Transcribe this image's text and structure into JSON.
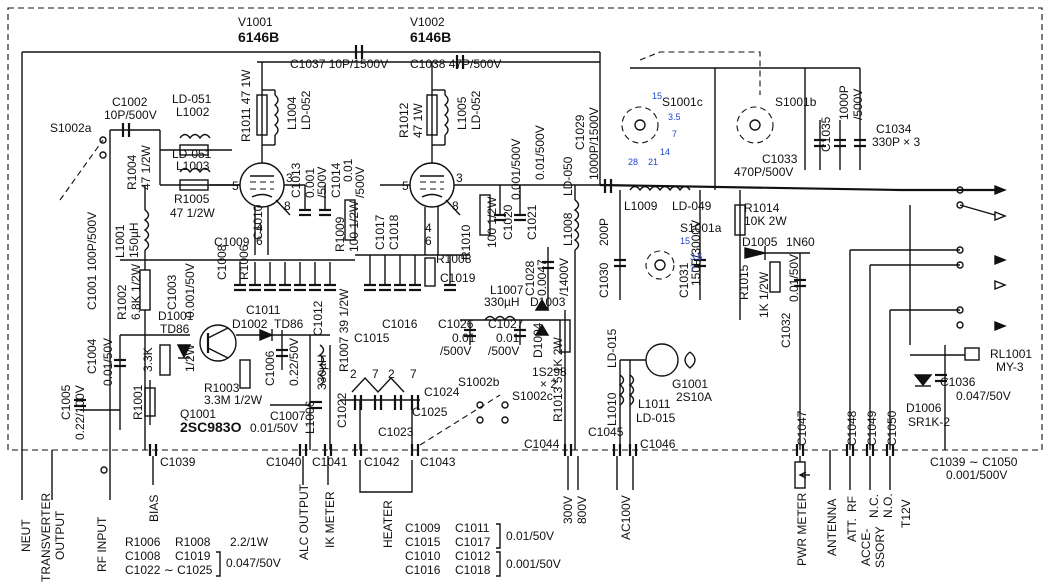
{
  "tubes": {
    "v1_ref": "V1001",
    "v1_type": "6146B",
    "v2_ref": "V1002",
    "v2_type": "6146B",
    "pin5": "5",
    "pin3": "3",
    "pin8": "8",
    "pin4": "4",
    "pin6": "6"
  },
  "labels": {
    "c1037": "C1037  10P/1500V",
    "c1038": "C1038  47P/500V",
    "c1002": "C1002",
    "c1002v": "10P/500V",
    "s1002a": "S1002a",
    "ld051a": "LD-051",
    "l1002": "L1002",
    "ld051b": "LD-051",
    "l1003": "L1003",
    "r1004": "R1004",
    "r1004v": "47 1/2W",
    "r1005": "R1005",
    "r1005v": "47 1/2W",
    "c1001": "C1001  100P/500V",
    "l1001": "L1001",
    "l1001v": "150µH",
    "r1011": "R1011  47 1W",
    "l1004": "L1004",
    "ld052a": "LD-052",
    "r1012": "R1012",
    "r1012v": "47 1W",
    "l1005": "L1005",
    "ld052b": "LD-052",
    "c1013": "C1013",
    "c1013v": "0.001",
    "c1013w": "/500V",
    "c1014": "C1014",
    "c1014v": "0.01",
    "c1014w": "/500V",
    "r1009": "R1009",
    "r1009v": "100 1/2W",
    "c1017": "C1017",
    "c1018": "C1018",
    "r1010": "R1010",
    "r1010v": "100 1/2W",
    "c1020": "C1020",
    "c1021": "C1021",
    "c1020v": "0.001/500V",
    "c1021v": "0.01/500V",
    "ld050": "LD-050",
    "l1008": "L1008",
    "c1029": "C1029",
    "c1029v": "1000P/1500V",
    "c1009": "C1009",
    "c1010": "C1010",
    "c1008": "C1008",
    "r1006": "R1006",
    "c1011": "C1011",
    "c1003": "C1003",
    "c1003v": "0.001/50V",
    "r1002": "R1002",
    "r1002v": "6.8K 1/2W",
    "r1008": "R1008",
    "c1019": "C1019",
    "c1016": "C1016",
    "c1015": "C1015",
    "c1012": "C1012",
    "r1007": "R1007  39 1/2W",
    "c1028": "C1028",
    "c1028v": "0.0047",
    "c1028w": "/1400V",
    "c1030": "C1030",
    "c1030v": "200P",
    "c1031": "C1031",
    "c1031v": "150P/3000V",
    "l1007": "L1007",
    "l1007v": "330µH",
    "d1003": "D1003",
    "c1026": "C1026",
    "c1026v": "0.01",
    "c1026w": "/500V",
    "c1027": "C1027",
    "c1027v": "0.01",
    "c1027w": "/500V",
    "d1004": "D1004",
    "is298": "1S298",
    "is298x": "× 2",
    "r1013": "R1013  5.1K 2W",
    "d1001": "D1001",
    "td86a": "TD86",
    "d1002": "D1002",
    "td86b": "TD86",
    "c1004": "C1004",
    "c1004v": "0.01/50V",
    "r3k3": "3.3K",
    "r3k3w": "1/2W",
    "c1006": "C1006",
    "c1006v": "0.22/50V",
    "l1006": "L1006",
    "l1006v": "330µH",
    "r1003": "R1003",
    "r1003v": "3.3M 1/2W",
    "q1001": "Q1001",
    "q1001t": "2SC983O",
    "c1005": "C1005",
    "c1005v": "0.22/100V",
    "r1001": "R1001",
    "c1007": "C1007",
    "c1007v": "0.01/50V",
    "c1022": "C1022",
    "c1023": "C1023",
    "c1024": "C1024",
    "c1025": "C1025",
    "h2a": "2",
    "h7a": "7",
    "h2b": "2",
    "h7b": "7",
    "s1002b": "S1002b",
    "s1002c": "S1002c",
    "l1010": "L1010",
    "ld015a": "LD-015",
    "l1011": "L1011",
    "ld015b": "LD-015",
    "g1001": "G1001",
    "g1001t": "2S10A",
    "s1001c": "S1001c",
    "s1001b": "S1001b",
    "s1001a": "S1001a",
    "c1035": "C1035",
    "c1035v": "1000P",
    "c1035w": "/500V",
    "c1034": "C1034",
    "c1034v": "330P × 3",
    "c1033": "C1033",
    "c1033v": "470P/500V",
    "l1009": "L1009",
    "ld049": "LD-049",
    "r1014": "R1014",
    "r1014v": "10K 2W",
    "d1005": "D1005",
    "in60": "1N60",
    "r1015": "R1015",
    "r1015v": "1K 1/2W",
    "c1032": "C1032",
    "c1032v": "0.01/50V",
    "rl1001": "RL1001",
    "my3": "MY-3",
    "c1036": "C1036",
    "c1036v": "0.047/50V",
    "d1006": "D1006",
    "sr1k2": "SR1K-2",
    "c1039": "C1039",
    "c1040": "C1040",
    "c1041": "C1041",
    "c1042": "C1042",
    "c1043": "C1043",
    "c1044": "C1044",
    "c1045": "C1045",
    "c1046": "C1046",
    "c1047": "C1047",
    "c1048": "C1048",
    "c1049": "C1049",
    "c1050": "C1050",
    "crange": "C1039 ∼ C1050",
    "crangev": "0.001/500V",
    "sw15a": "15",
    "sw35a": "3.5",
    "sw7a": "7",
    "sw14a": "14",
    "sw21a": "21",
    "sw28a": "28",
    "sw15b": "15",
    "sw35b": "3.5",
    "sw7b": "7"
  },
  "terminals": {
    "neut": "NEUT",
    "transverter1": "TRANSVERTER",
    "transverter2": "OUTPUT",
    "rfinput": "RF INPUT",
    "bias": "BIAS",
    "alc": "ALC OUTPUT",
    "ik": "IK METER",
    "heater": "HEATER",
    "v300": "300V",
    "v800": "800V",
    "ac100": "AC100V",
    "pwr": "PWR METER",
    "antenna": "ANTENNA",
    "rfatt1": "RF",
    "rfatt2": "ATT.",
    "acc1": "ACCE-",
    "acc2": "SSORY",
    "nc": "N.C.",
    "no": "N.O.",
    "t12v": "T12V"
  },
  "notes": {
    "n1a": "R1006",
    "n1b": "R1008",
    "n1v": "2.2/1W",
    "n2a": "C1008",
    "n2b": "C1019",
    "n3a": "C1022 ∼ C1025",
    "n23v": "0.047/50V",
    "n4a": "C1009",
    "n4b": "C1011",
    "n5a": "C1015",
    "n5b": "C1017",
    "n45v": "0.01/50V",
    "n6a": "C1010",
    "n6b": "C1012",
    "n7a": "C1016",
    "n7b": "C1018",
    "n67v": "0.001/50V"
  }
}
